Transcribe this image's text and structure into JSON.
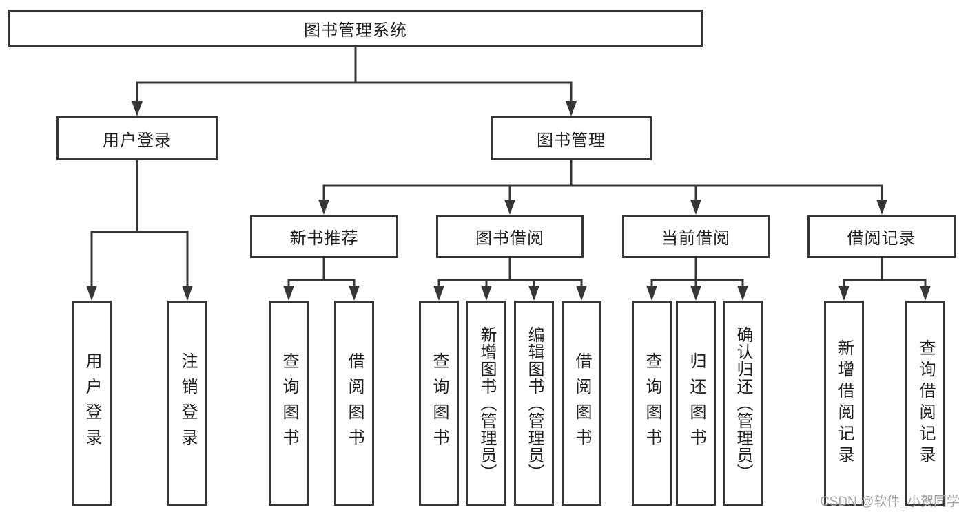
{
  "diagram": {
    "root": {
      "label": "图书管理系统"
    },
    "branches": [
      {
        "label": "用户登录",
        "leaves": [
          {
            "label": "用户登录"
          },
          {
            "label": "注销登录"
          }
        ]
      },
      {
        "label": "图书管理",
        "children": [
          {
            "label": "新书推荐",
            "leaves": [
              {
                "label": "查询图书"
              },
              {
                "label": "借阅图书"
              }
            ]
          },
          {
            "label": "图书借阅",
            "leaves": [
              {
                "label": "查询图书"
              },
              {
                "label": "新增图书（管理员）"
              },
              {
                "label": "编辑图书（管理员）"
              },
              {
                "label": "借阅图书"
              }
            ]
          },
          {
            "label": "当前借阅",
            "leaves": [
              {
                "label": "查询图书"
              },
              {
                "label": "归还图书"
              },
              {
                "label": "确认归还（管理员）"
              }
            ]
          },
          {
            "label": "借阅记录",
            "leaves": [
              {
                "label": "新增借阅记录"
              },
              {
                "label": "查询借阅记录"
              }
            ]
          }
        ]
      }
    ],
    "watermark": "CSDN @软件_小贺同学",
    "colors": {
      "line": "#363636",
      "text": "#1f1f1f",
      "watermark": "#a3a3a3",
      "background": "#ffffff"
    }
  }
}
